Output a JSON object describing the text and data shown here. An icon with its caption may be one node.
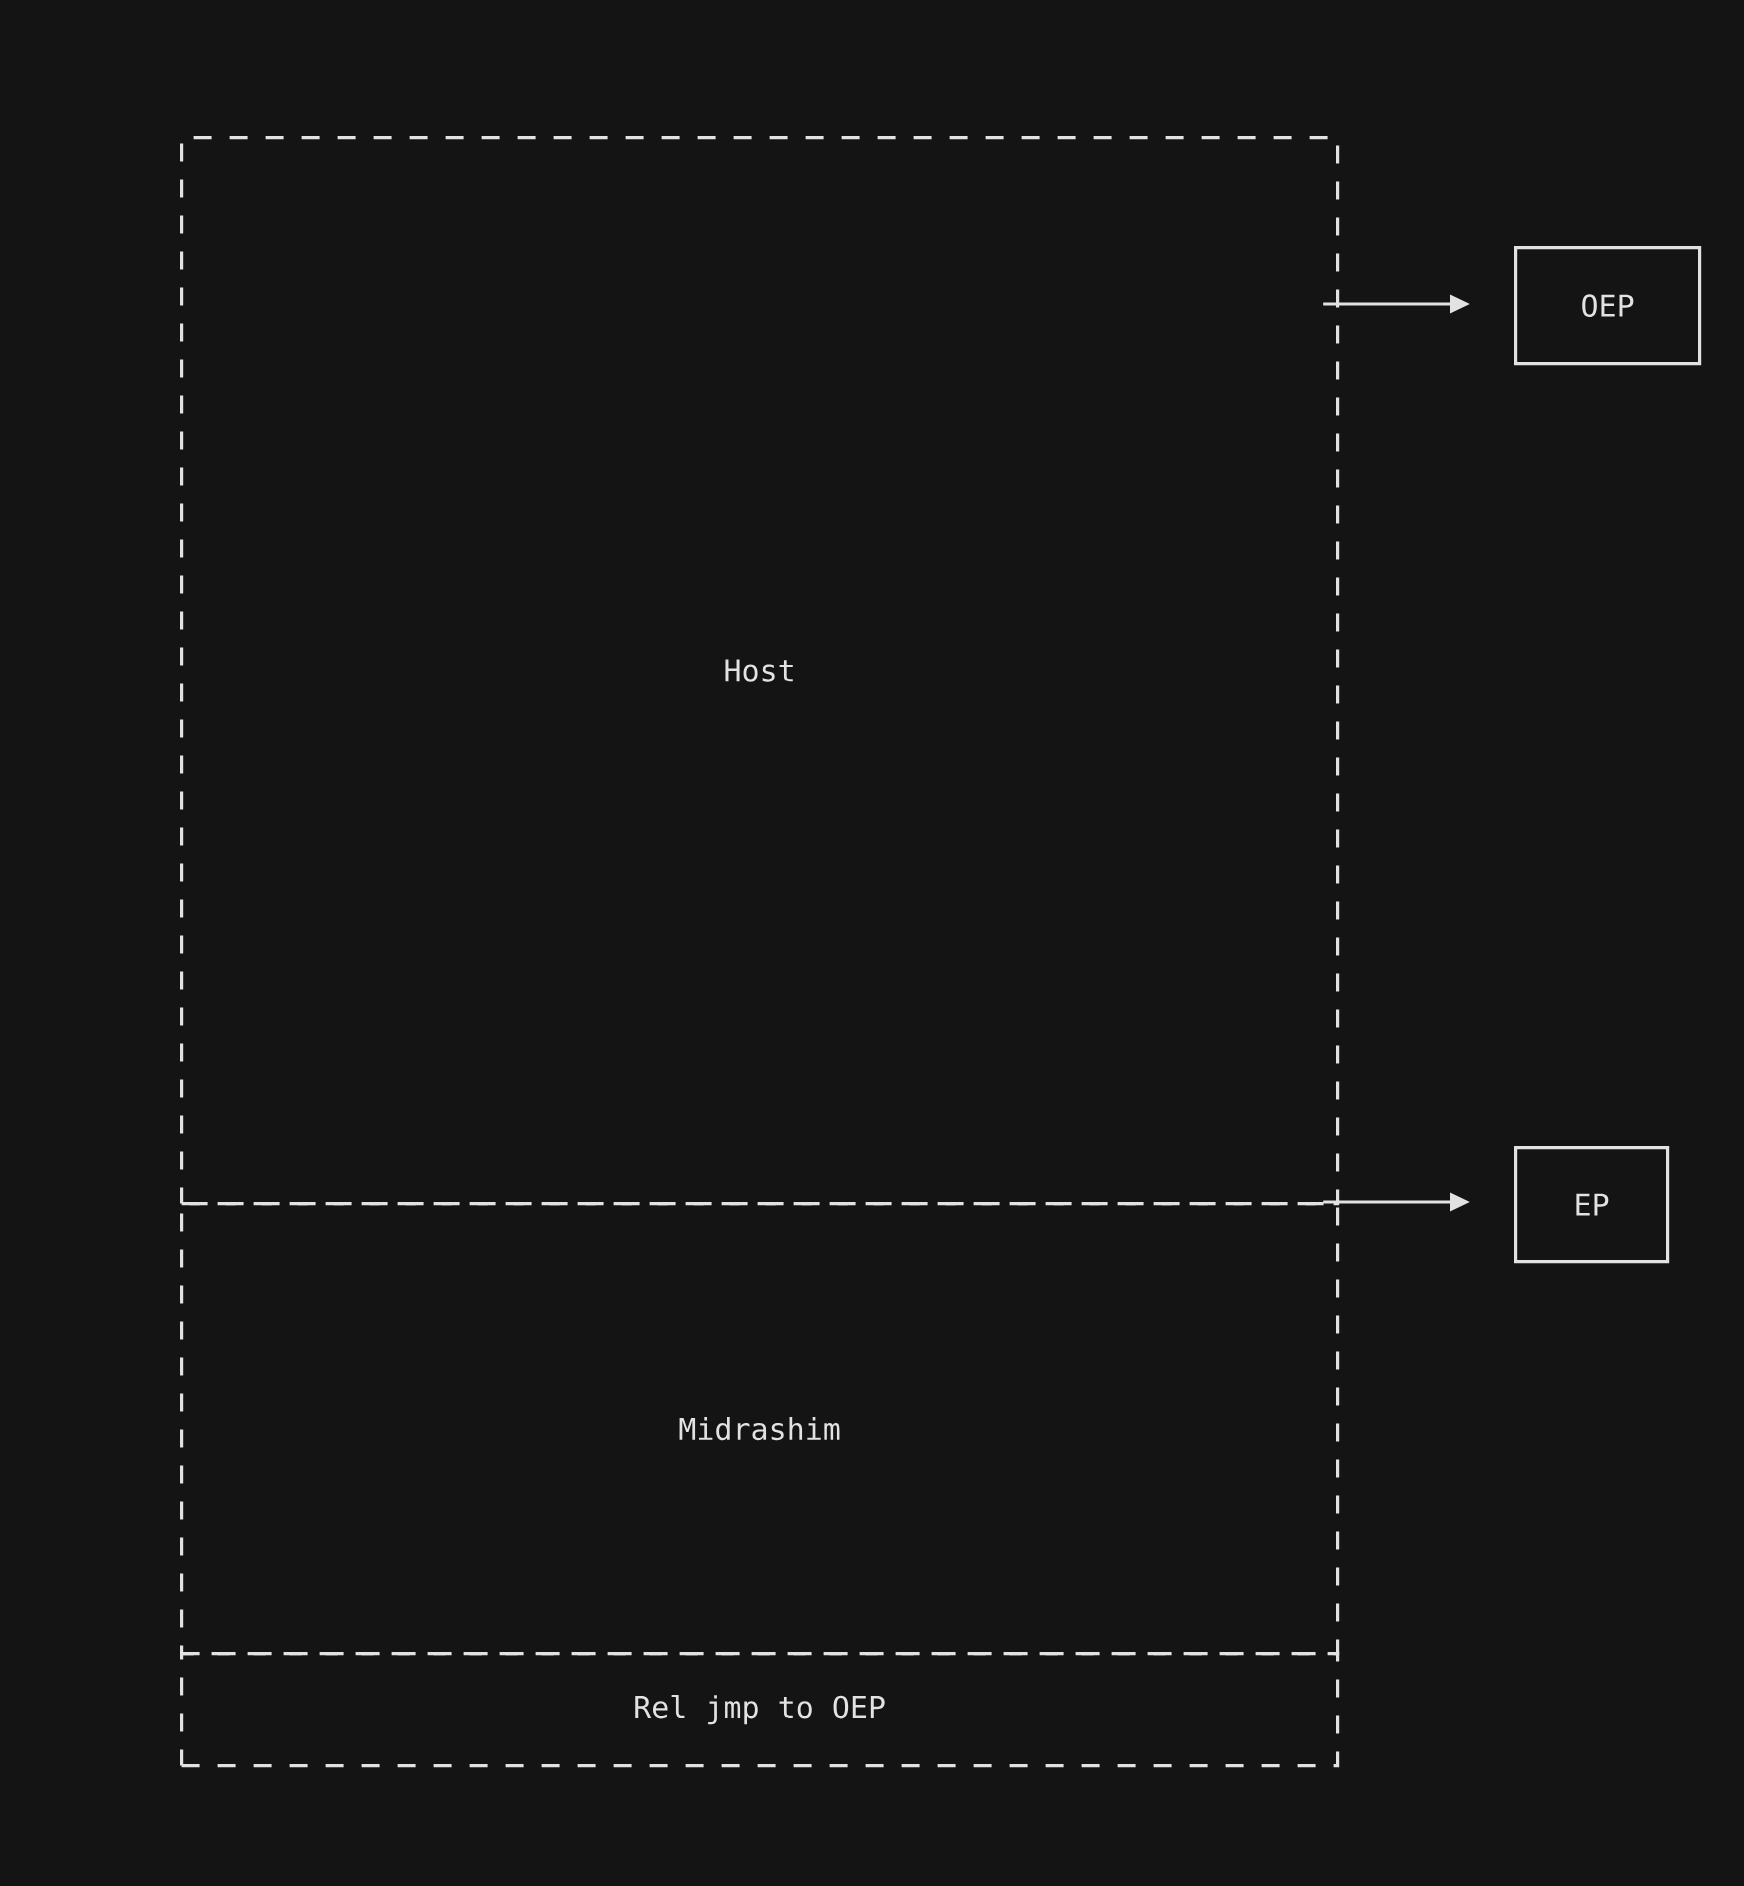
{
  "diagram": {
    "nodes": [
      {
        "text": [
          "Host"
        ]
      },
      {
        "text": [
          "Midrashim"
        ]
      },
      {
        "text": [
          "Rel jmp to OEP"
        ]
      },
      {
        "text": [
          "OEP"
        ]
      },
      {
        "text": [
          "EP"
        ]
      }
    ],
    "edges": [
      {
        "from": 0,
        "to": 3,
        "arrow": "to"
      },
      {
        "from": 1,
        "to": 4,
        "arrow": "to"
      }
    ]
  }
}
